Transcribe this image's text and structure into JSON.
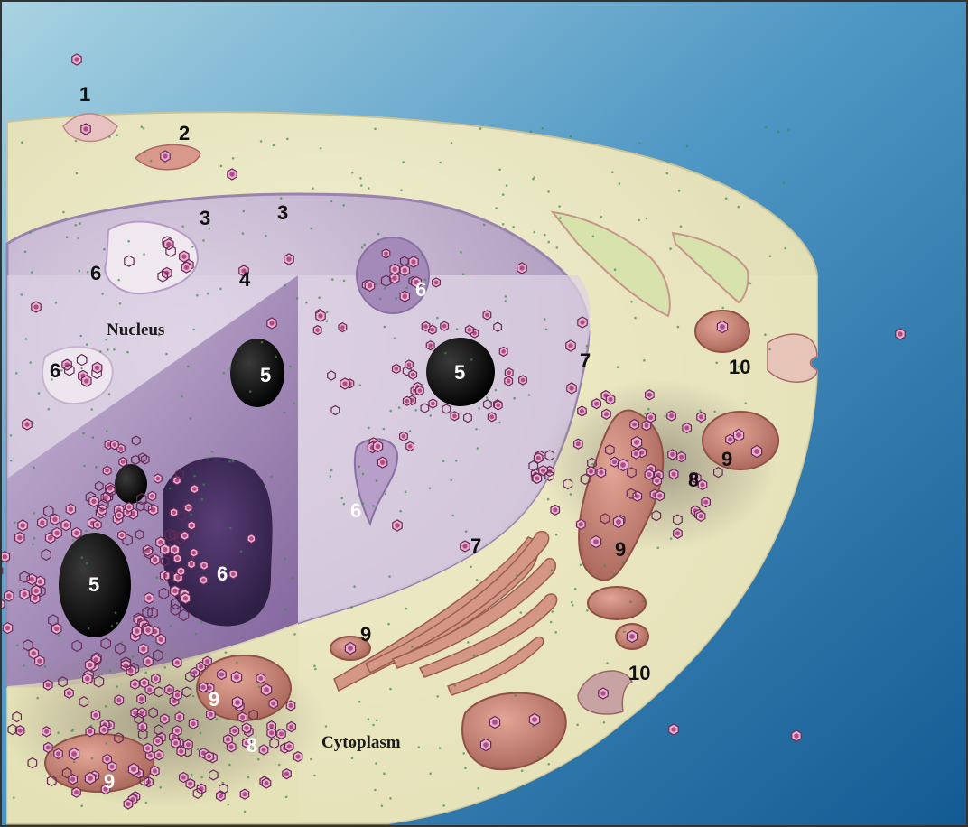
{
  "figure": {
    "region_labels": {
      "nucleus": "Nucleus",
      "cytoplasm": "Cytoplasm"
    },
    "markers": {
      "m1": "1",
      "m2": "2",
      "m3a": "3",
      "m3b": "3",
      "m4": "4",
      "m5a": "5",
      "m5b": "5",
      "m5c": "5",
      "m6a": "6",
      "m6b": "6",
      "m6c": "6",
      "m6d": "6",
      "m6e": "6",
      "m7a": "7",
      "m7b": "7",
      "m8a": "8",
      "m8b": "8",
      "m9a": "9",
      "m9b": "9",
      "m9c": "9",
      "m9d": "9",
      "m9e": "9",
      "m10a": "10",
      "m10b": "10"
    },
    "colors": {
      "background_top": "#9ec9d9",
      "background_bottom": "#1f6ea6",
      "cytoplasm": "#ece9c6",
      "nucleus": "#c7b7d2",
      "nucleus_dark": "#7a5a8e",
      "mitochondria": "#c98a7c",
      "virion": "#b44a86",
      "ribosome": "#3f8a4c"
    }
  }
}
